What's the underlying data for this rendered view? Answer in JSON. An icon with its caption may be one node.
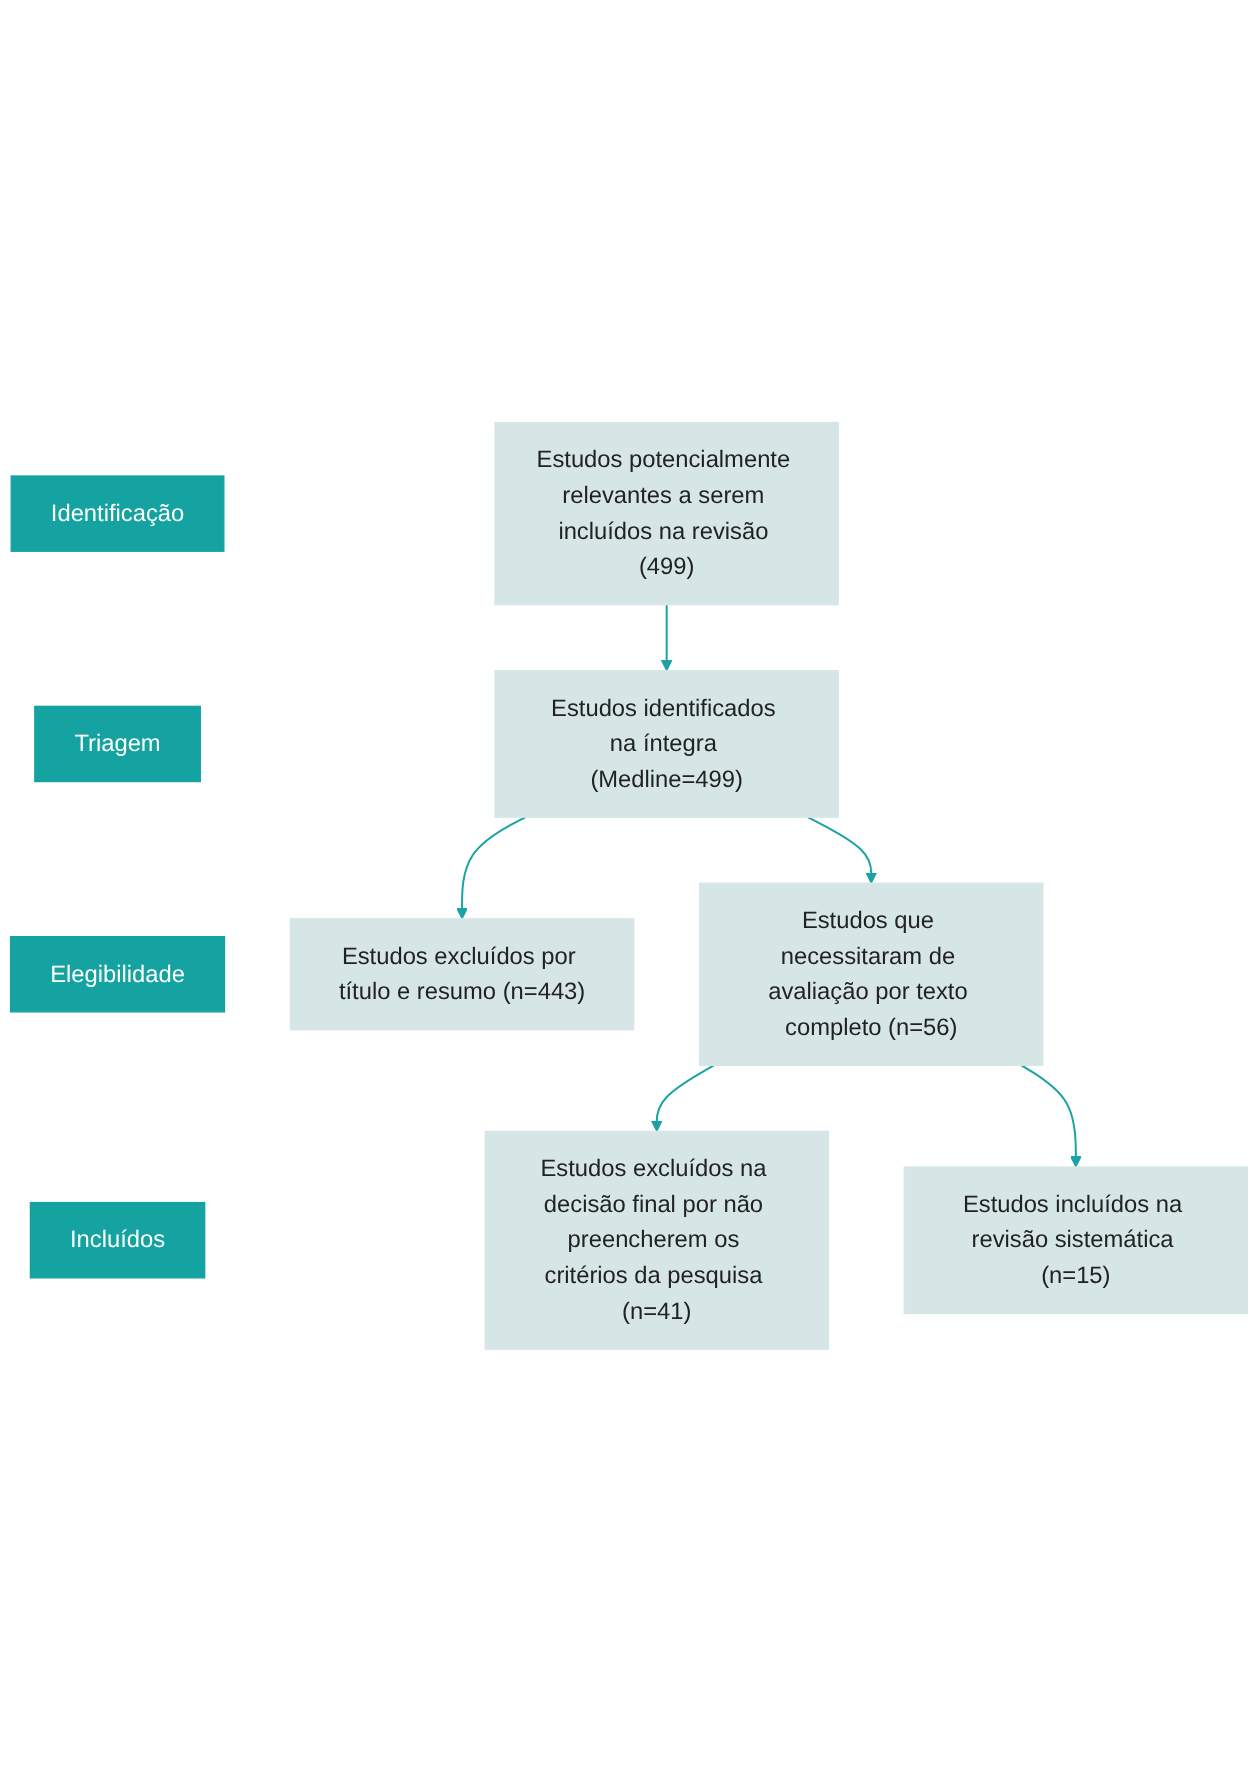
{
  "diagram": {
    "nodes": [
      {
        "text": [
          "Identificação"
        ]
      },
      {
        "text": [
          "Estudos potencialmente relevantes a serem incluídos na revisão (499)"
        ]
      },
      {
        "text": [
          "Triagem"
        ]
      },
      {
        "text": [
          "Estudos identificados na íntegra (Medline=499)"
        ]
      },
      {
        "text": [
          "Estudos excluídos por título e resumo (n=443)"
        ]
      },
      {
        "text": [
          "Elegibilidade"
        ]
      },
      {
        "text": [
          "Estudos que necessitaram de avaliação por texto completo (n=56)"
        ]
      },
      {
        "text": [
          "Estudos excluídos na decisão final por não preencherem os critérios da pesquisa (n=41)"
        ]
      },
      {
        "text": [
          "Incluídos"
        ]
      },
      {
        "text": [
          "Estudos incluídos na revisão sistemática (n=15)"
        ]
      }
    ],
    "edges": [
      {
        "from": 1,
        "to": 3,
        "arrow": "to",
        "color": "#1aa3a3"
      },
      {
        "from": 3,
        "to": 4,
        "arrow": "to",
        "color": "#1aa3a3"
      },
      {
        "from": 3,
        "to": 6,
        "arrow": "to",
        "color": "#1aa3a3"
      },
      {
        "from": 6,
        "to": 7,
        "arrow": "to",
        "color": "#1aa3a3"
      },
      {
        "from": 6,
        "to": 9,
        "arrow": "to",
        "color": "#1aa3a3"
      }
    ]
  }
}
